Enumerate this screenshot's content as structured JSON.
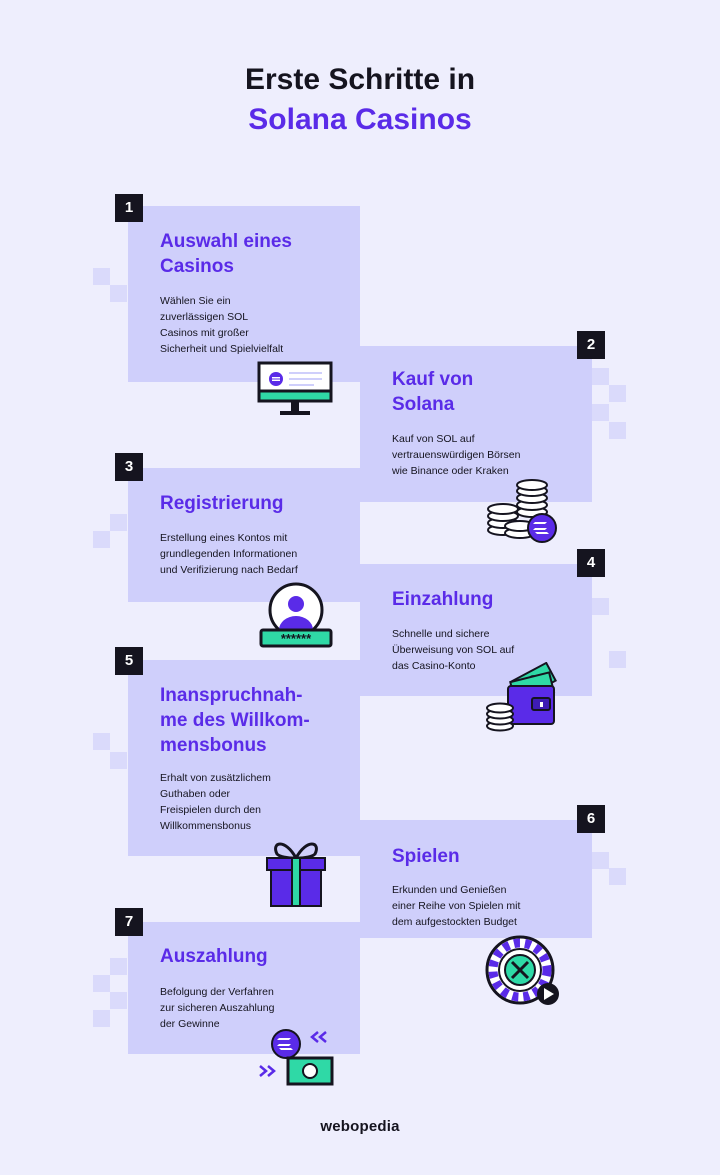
{
  "header": {
    "title_line1": "Erste Schritte in",
    "title_line2": "Solana Casinos"
  },
  "steps": [
    {
      "number": "1",
      "title": "Auswahl eines\nCasinos",
      "description": "Wählen Sie ein\nzuverlässigen SOL\nCasinos mit großer\nSicherheit und Spielvielfalt",
      "icon": "computer-monitor-icon"
    },
    {
      "number": "2",
      "title": "Kauf von\nSolana",
      "description": "Kauf von SOL auf\nvertrauenswürdigen Börsen\nwie Binance oder Kraken",
      "icon": "coin-stack-icon"
    },
    {
      "number": "3",
      "title": "Registrierung",
      "description": "Erstellung eines Kontos mit\ngrundlegenden Informationen\nund Verifizierung nach Bedarf",
      "icon": "user-password-icon",
      "password_mask": "******"
    },
    {
      "number": "4",
      "title": "Einzahlung",
      "description": "Schnelle und sichere\nÜberweisung von SOL auf\ndas Casino-Konto",
      "icon": "wallet-icon"
    },
    {
      "number": "5",
      "title": "Inanspruchnah-\nme des Willkom-\nmensbonus",
      "description": "Erhalt von zusätzlichem\nGuthaben oder\nFreispielen durch den\nWillkommensbonus",
      "icon": "gift-box-icon"
    },
    {
      "number": "6",
      "title": "Spielen",
      "description": "Erkunden und Genießen\neiner Reihe von Spielen mit\ndem aufgestockten Budget",
      "icon": "roulette-wheel-icon"
    },
    {
      "number": "7",
      "title": "Auszahlung",
      "description": "Befolgung der Verfahren\nzur sicheren Auszahlung\nder Gewinne",
      "icon": "cash-withdrawal-icon"
    }
  ],
  "footer": {
    "brand": "webopedia"
  },
  "colors": {
    "background": "#EEEEFD",
    "panel": "#CFCFFB",
    "accent": "#5A2BE8",
    "dark": "#15141F",
    "green": "#2FD9A6"
  }
}
